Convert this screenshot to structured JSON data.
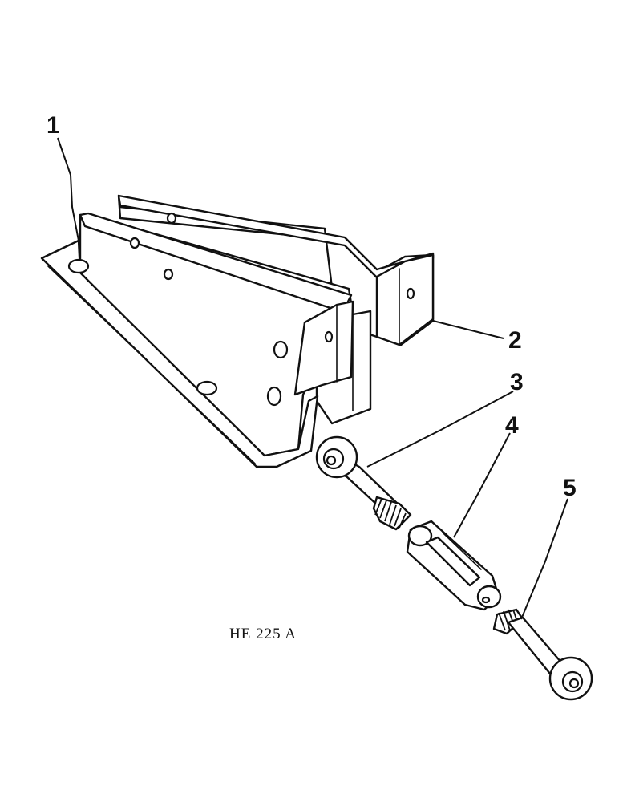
{
  "callouts": [
    {
      "id": "1",
      "label": "1"
    },
    {
      "id": "2",
      "label": "2"
    },
    {
      "id": "3",
      "label": "3"
    },
    {
      "id": "4",
      "label": "4"
    },
    {
      "id": "5",
      "label": "5"
    }
  ],
  "figure_code": "HE 225 A"
}
